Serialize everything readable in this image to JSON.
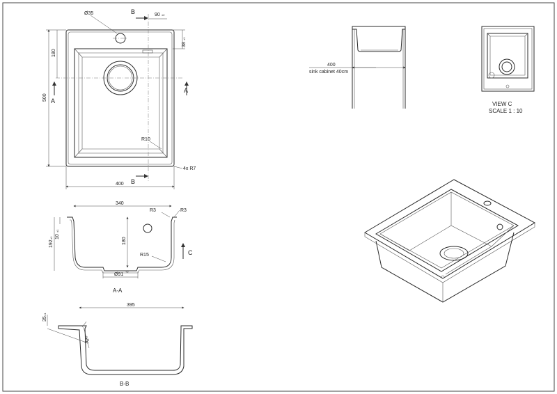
{
  "top_view": {
    "hole_diameter": "Ø35",
    "tap_offset": "90",
    "tap_offset_tol": "±2",
    "depth_top": "180",
    "rim_38": "38",
    "rim_38_tol": "±1",
    "height": "500",
    "width": "400",
    "radius_inner": "R10",
    "corner_radius": "4x R7",
    "section_a": "A",
    "section_b": "B"
  },
  "section_aa": {
    "title": "A-A",
    "width": "340",
    "r3_left": "R3",
    "r3_right": "R3",
    "overall_height": "192",
    "overall_height_tol": "±1",
    "rim_height": "10",
    "rim_height_tol": "±1",
    "depth": "180",
    "radius": "R15",
    "drain_diameter": "Ø91",
    "drain_tol": "+2",
    "view_arrow": "C"
  },
  "section_bb": {
    "title": "B-B",
    "width": "395",
    "flange": "35",
    "flange_tol": "±1",
    "angle": "92°"
  },
  "cabinet": {
    "width": "400",
    "label": "sink cabinet 40cm"
  },
  "view_c": {
    "title": "VIEW C",
    "scale": "SCALE 1 : 10"
  }
}
